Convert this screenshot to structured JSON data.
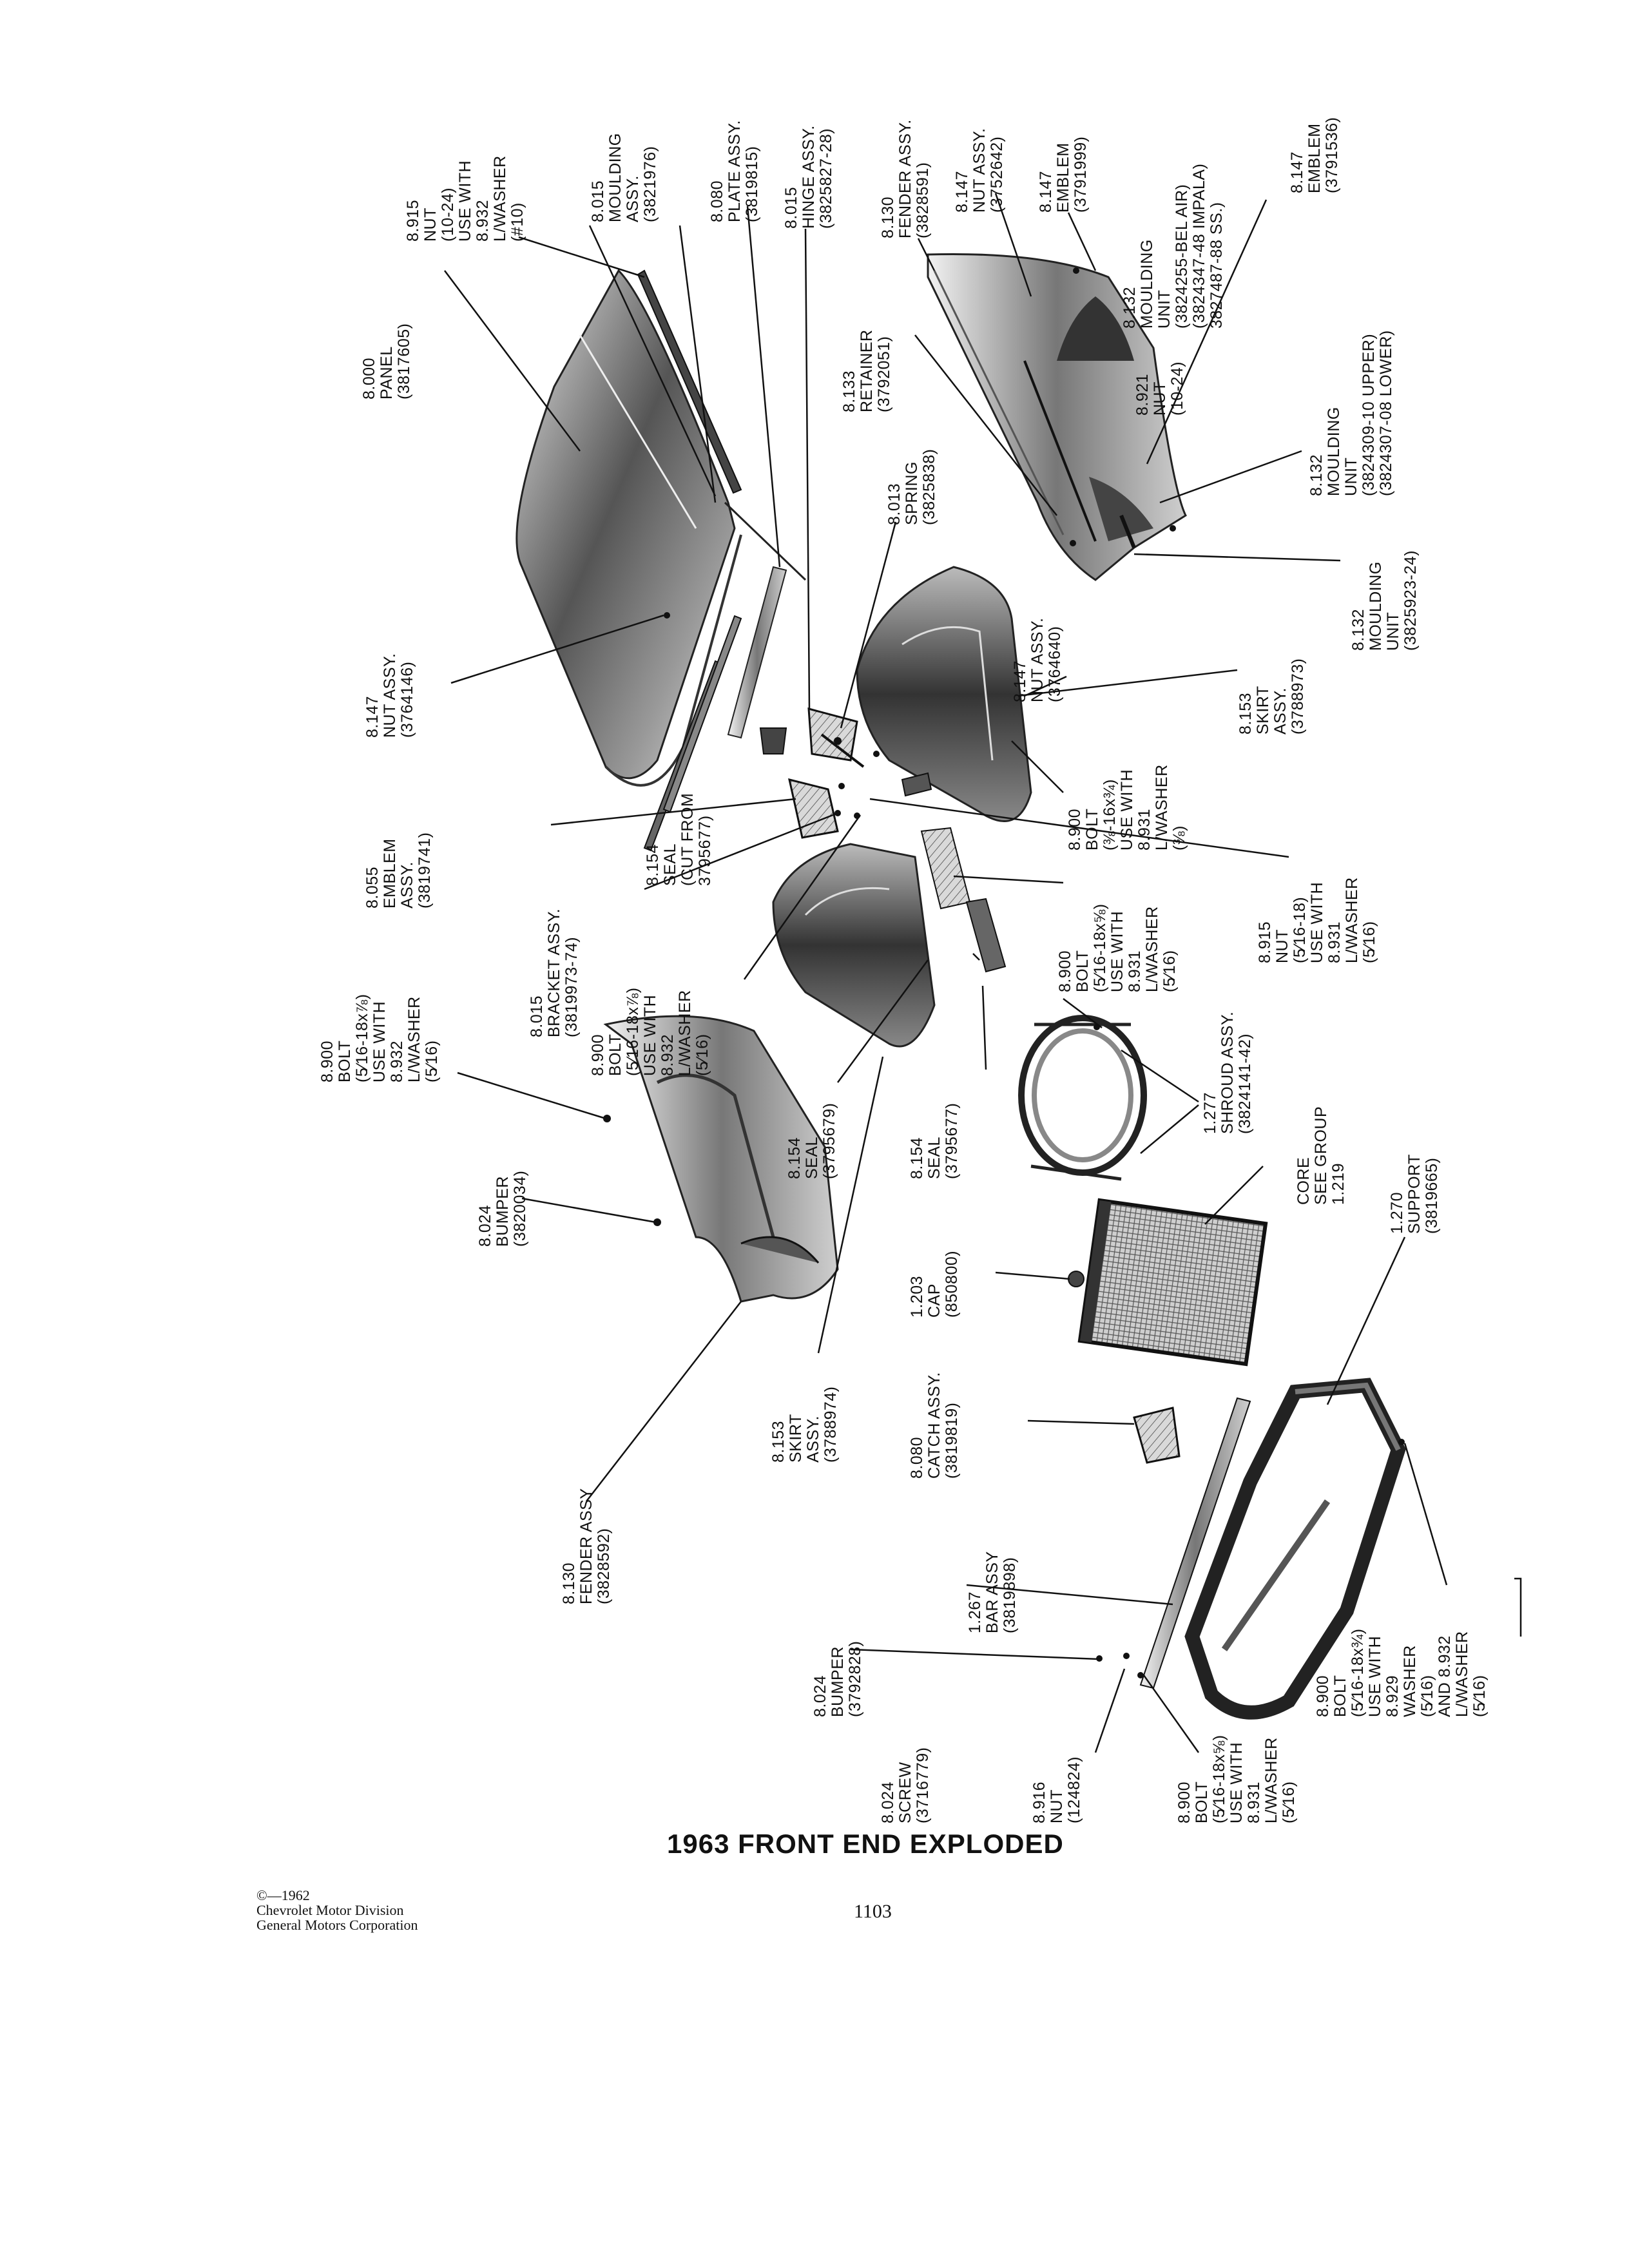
{
  "title": "1963 FRONT END EXPLODED",
  "page_number": "1103",
  "copyright": [
    "©—1962",
    "Chevrolet Motor Division",
    "General Motors Corporation"
  ],
  "labels": [
    {
      "id": "nut-8915",
      "lines": [
        "8.915",
        "NUT",
        "(10-24)",
        "USE WITH",
        "8.932",
        "L/WASHER",
        "(#10)"
      ]
    },
    {
      "id": "moulding-assy-8015",
      "lines": [
        "8.015",
        "MOULDING",
        "ASSY.",
        "(3821976)"
      ]
    },
    {
      "id": "plate-assy-8080",
      "lines": [
        "8.080",
        "PLATE ASSY.",
        "(3819815)"
      ]
    },
    {
      "id": "hinge-assy-8015",
      "lines": [
        "8.015",
        "HINGE ASSY.",
        "(3825827-28)"
      ]
    },
    {
      "id": "fender-assy-8130-top",
      "lines": [
        "8.130",
        "FENDER ASSY.",
        "(3828591)"
      ]
    },
    {
      "id": "nut-assy-8147-top",
      "lines": [
        "8.147",
        "NUT ASSY.",
        "(3752642)"
      ]
    },
    {
      "id": "emblem-8147-a",
      "lines": [
        "8.147",
        "EMBLEM",
        "(3791999)"
      ]
    },
    {
      "id": "moulding-unit-8132-a",
      "lines": [
        "8.132",
        "MOULDING",
        "UNIT",
        "(3824255-BEL AIR)",
        "(3824347-48 IMPALA)",
        "3827487-88 SS.)"
      ]
    },
    {
      "id": "emblem-8147-b",
      "lines": [
        "8.147",
        "EMBLEM",
        "(3791536)"
      ]
    },
    {
      "id": "panel-8000",
      "lines": [
        "8.000",
        "PANEL",
        "(3817605)"
      ]
    },
    {
      "id": "retainer-8133",
      "lines": [
        "8.133",
        "RETAINER",
        "(3792051)"
      ]
    },
    {
      "id": "nut-8921",
      "lines": [
        "8.921",
        "NUT",
        "(10-24)"
      ]
    },
    {
      "id": "moulding-unit-8132-b",
      "lines": [
        "8.132",
        "MOULDING",
        "UNIT",
        "(3824309-10 UPPER)",
        "(3824307-08 LOWER)"
      ]
    },
    {
      "id": "spring-8013",
      "lines": [
        "8.013",
        "SPRING",
        "(3825838)"
      ]
    },
    {
      "id": "moulding-unit-8132-c",
      "lines": [
        "8.132",
        "MOULDING",
        "UNIT",
        "(3825923-24)"
      ]
    },
    {
      "id": "nut-assy-8147-mid",
      "lines": [
        "8.147",
        "NUT ASSY.",
        "(3764640)"
      ]
    },
    {
      "id": "nut-assy-8147-left",
      "lines": [
        "8.147",
        "NUT ASSY.",
        "(3764146)"
      ]
    },
    {
      "id": "skirt-assy-8153-right",
      "lines": [
        "8.153",
        "SKIRT",
        "ASSY.",
        "(3788973)"
      ]
    },
    {
      "id": "bolt-8900-a",
      "lines": [
        "8.900",
        "BOLT",
        "(⅜-16x¾)",
        "USE WITH",
        "8.931",
        "L/WASHER",
        "(⅜)"
      ]
    },
    {
      "id": "emblem-assy-8055",
      "lines": [
        "8.055",
        "EMBLEM",
        "ASSY.",
        "(3819741)"
      ]
    },
    {
      "id": "seal-8154-a",
      "lines": [
        "8.154",
        "SEAL",
        "(CUT FROM",
        "3795677)"
      ]
    },
    {
      "id": "bracket-assy-8015",
      "lines": [
        "8.015",
        "BRACKET ASSY.",
        "(3819973-74)"
      ]
    },
    {
      "id": "bolt-8900-b",
      "lines": [
        "8.900",
        "BOLT",
        "(5⁄16-18x⅞)",
        "USE WITH",
        "8.932",
        "L/WASHER",
        "(5⁄16)"
      ]
    },
    {
      "id": "bolt-8900-c",
      "lines": [
        "8.900",
        "BOLT",
        "(5⁄16-18x⅞)",
        "USE WITH",
        "8.932",
        "L/WASHER",
        "(5⁄16)"
      ]
    },
    {
      "id": "bolt-8900-d",
      "lines": [
        "8.900",
        "BOLT",
        "(5⁄16-18x⅝)",
        "USE WITH",
        "8.931",
        "L/WASHER",
        "(5⁄16)"
      ]
    },
    {
      "id": "nut-8915-b",
      "lines": [
        "8.915",
        "NUT",
        "(5⁄16-18)",
        "USE WITH",
        "8.931",
        "L/WASHER",
        "(5⁄16)"
      ]
    },
    {
      "id": "shroud-assy-1277",
      "lines": [
        "1.277",
        "SHROUD ASSY.",
        "(3824141-42)"
      ]
    },
    {
      "id": "seal-8154-b",
      "lines": [
        "8.154",
        "SEAL",
        "(3795679)"
      ]
    },
    {
      "id": "seal-8154-c",
      "lines": [
        "8.154",
        "SEAL",
        "(3795677)"
      ]
    },
    {
      "id": "core-1219",
      "lines": [
        "CORE",
        "SEE GROUP",
        "1.219"
      ]
    },
    {
      "id": "support-1270",
      "lines": [
        "1.270",
        "SUPPORT",
        "(3819665)"
      ]
    },
    {
      "id": "bumper-8024-a",
      "lines": [
        "8.024",
        "BUMPER",
        "(3820034)"
      ]
    },
    {
      "id": "cap-1203",
      "lines": [
        "1.203",
        "CAP",
        "(850800)"
      ]
    },
    {
      "id": "skirt-assy-8153-left",
      "lines": [
        "8.153",
        "SKIRT",
        "ASSY.",
        "(3788974)"
      ]
    },
    {
      "id": "catch-assy-8080",
      "lines": [
        "8.080",
        "CATCH ASSY.",
        "(3819819)"
      ]
    },
    {
      "id": "fender-assy-8130-bottom",
      "lines": [
        "8.130",
        "FENDER ASSY",
        "(3828592)"
      ]
    },
    {
      "id": "bar-assy-1267",
      "lines": [
        "1.267",
        "BAR ASSY",
        "(3819898)"
      ]
    },
    {
      "id": "bumper-8024-b",
      "lines": [
        "8.024",
        "BUMPER",
        "(3792828)"
      ]
    },
    {
      "id": "bolt-8900-e",
      "lines": [
        "8.900",
        "BOLT",
        "(5⁄16-18x¾)",
        "USE WITH",
        "8.929",
        "WASHER",
        "(5⁄16)",
        "AND 8.932",
        "L/WASHER",
        "(5⁄16)"
      ]
    },
    {
      "id": "screw-8024",
      "lines": [
        "8.024",
        "SCREW",
        "(3716779)"
      ]
    },
    {
      "id": "nut-8916",
      "lines": [
        "8.916",
        "NUT",
        "(124824)"
      ]
    },
    {
      "id": "bolt-8900-f",
      "lines": [
        "8.900",
        "BOLT",
        "(5⁄16-18x⅝)",
        "USE WITH",
        "8.931",
        "L/WASHER",
        "(5⁄16)"
      ]
    }
  ]
}
